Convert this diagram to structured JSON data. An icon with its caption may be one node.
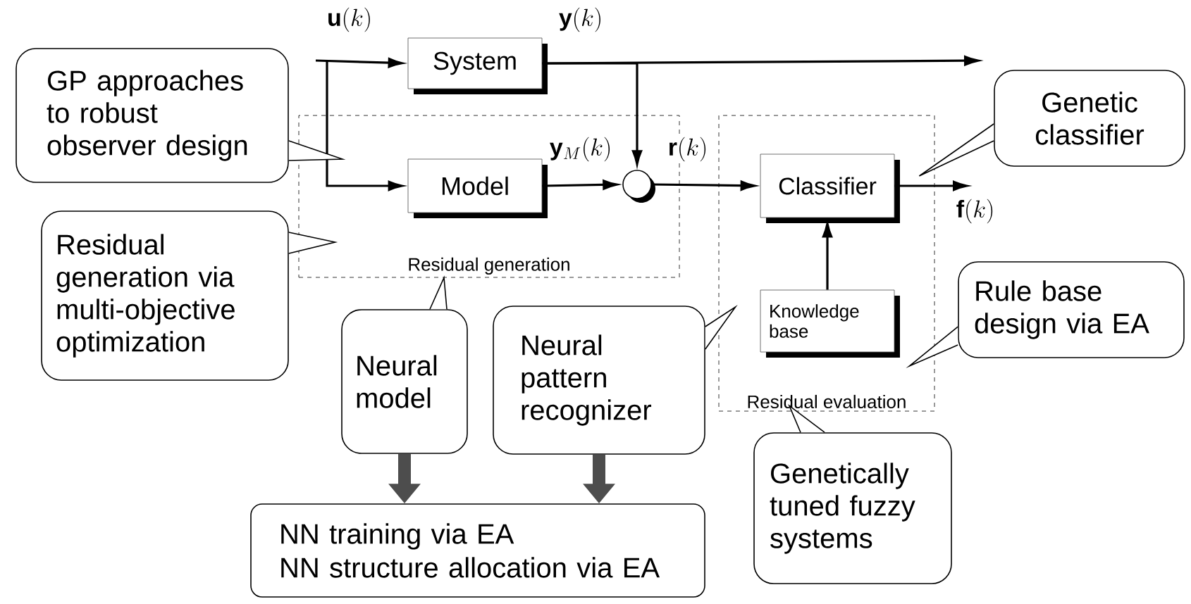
{
  "diagram": {
    "nodes": [
      {
        "text": [
          "System"
        ]
      },
      {
        "text": [
          "Residual generation"
        ]
      },
      {
        "text": [
          "Model"
        ],
        "in": 1
      },
      {
        "text": [],
        "shape": "circle",
        "in": 1
      },
      {
        "text": [
          "Residual evaluation"
        ]
      },
      {
        "text": [
          "Classifier"
        ],
        "in": 4
      },
      {
        "text": [
          "Knowledge base"
        ],
        "in": 4
      },
      {
        "text": [
          "GP approaches to robust observer design"
        ]
      },
      {
        "text": [
          "Residual generation via multi-objective optimization"
        ]
      },
      {
        "text": [
          "Genetic classifier"
        ]
      },
      {
        "text": [
          "Rule base design via EA"
        ]
      },
      {
        "text": [
          "Neural model"
        ]
      },
      {
        "text": [
          "Neural pattern recognizer"
        ]
      },
      {
        "text": [
          "Genetically tuned fuzzy systems"
        ]
      },
      {
        "text": [
          "NN training via EA",
          "NN structure allocation via EA"
        ]
      }
    ],
    "edges": [
      {
        "from": null,
        "to": 0,
        "arrow": "to",
        "label": "\\mathbf{u}(k)"
      },
      {
        "from": null,
        "to": 2,
        "arrow": "to"
      },
      {
        "from": 0,
        "to": null,
        "arrow": "to",
        "label": "\\mathbf{y}(k)"
      },
      {
        "from": 0,
        "to": 3,
        "arrow": "to"
      },
      {
        "from": 2,
        "to": 3,
        "arrow": "to",
        "label": "\\mathbf{y}_M(k)"
      },
      {
        "from": 3,
        "to": 5,
        "arrow": "to",
        "label": "\\mathbf{r}(k)"
      },
      {
        "from": 5,
        "to": null,
        "arrow": "to",
        "label": "\\mathbf{f}(k)"
      },
      {
        "from": 6,
        "to": 5,
        "arrow": "to"
      },
      {
        "from": 11,
        "to": 14,
        "arrow": "to",
        "style": "thick",
        "color": "#4d4d4d"
      },
      {
        "from": 12,
        "to": 14,
        "arrow": "to",
        "style": "thick",
        "color": "#4d4d4d"
      },
      {
        "from": 7,
        "to": null,
        "arrow": "to"
      },
      {
        "from": 8,
        "to": 1,
        "arrow": "to"
      },
      {
        "from": 9,
        "to": 5,
        "arrow": "to"
      },
      {
        "from": 10,
        "to": 4,
        "arrow": "to"
      },
      {
        "from": 11,
        "to": 1,
        "arrow": "to"
      },
      {
        "from": 12,
        "to": 4,
        "arrow": "to"
      },
      {
        "from": 13,
        "to": 4,
        "arrow": "to"
      }
    ]
  }
}
